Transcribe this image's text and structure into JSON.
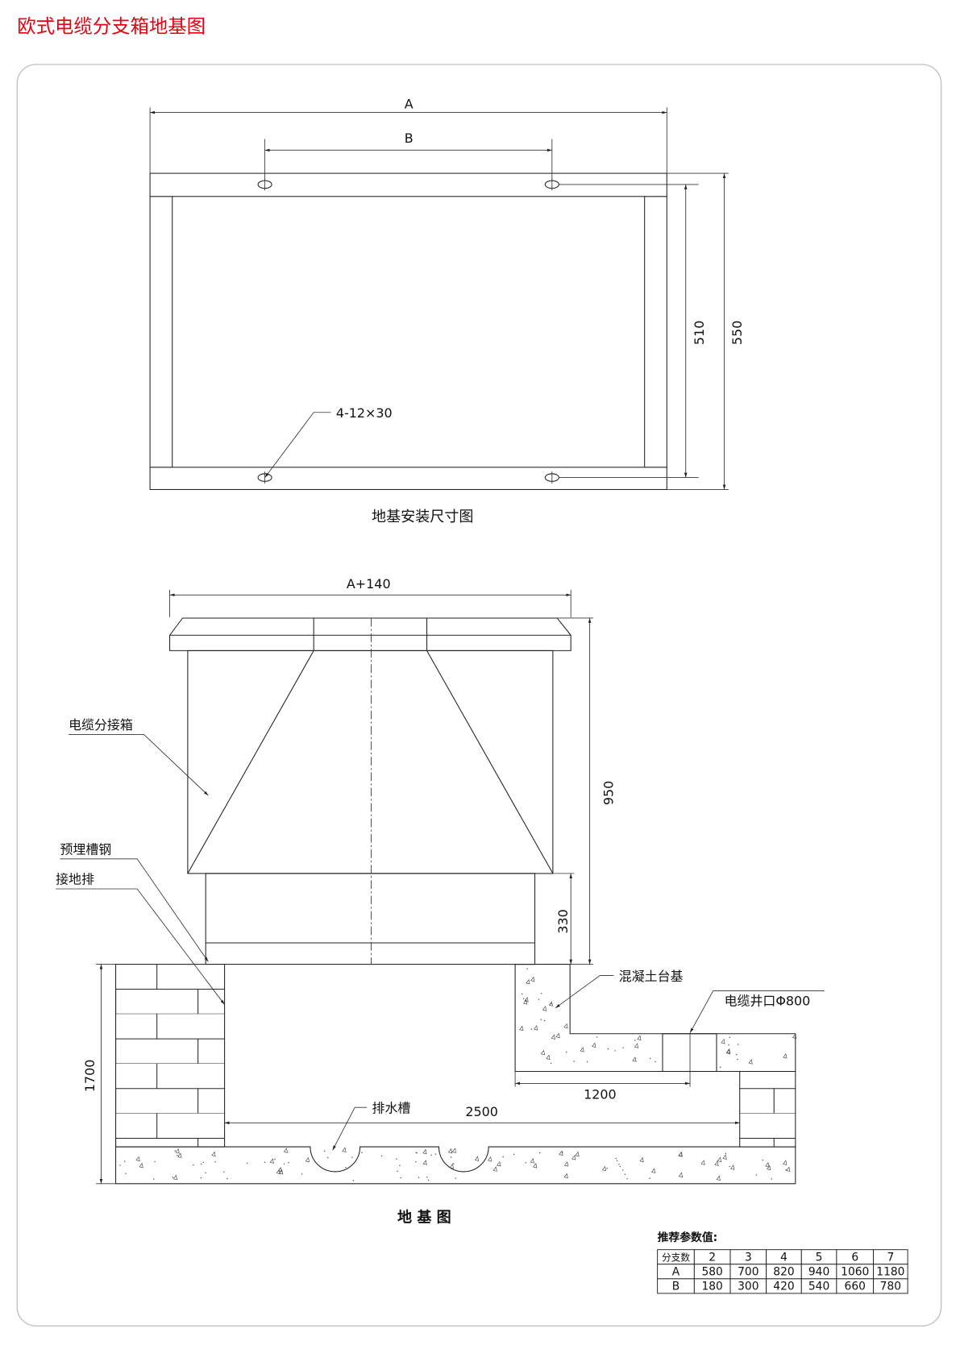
{
  "title": "欧式电缆分支箱地基图",
  "plan": {
    "dim_a": "A",
    "dim_b": "B",
    "dim_510": "510",
    "dim_550": "550",
    "hole_note": "4-12×30",
    "caption": "地基安装尺寸图"
  },
  "section": {
    "dim_top": "A+140",
    "dim_950": "950",
    "dim_330": "330",
    "dim_1700": "1700",
    "dim_2500": "2500",
    "dim_1200": "1200",
    "label_box": "电缆分接箱",
    "label_channel": "预埋槽钢",
    "label_ground": "接地排",
    "label_concrete": "混凝土台基",
    "label_well": "电缆井口Φ800",
    "label_drain": "排水槽",
    "caption": "地 基 图"
  },
  "table": {
    "title": "推荐参数值:",
    "header": [
      "分支数",
      "2",
      "3",
      "4",
      "5",
      "6",
      "7"
    ],
    "rows": [
      [
        "A",
        "580",
        "700",
        "820",
        "940",
        "1060",
        "1180"
      ],
      [
        "B",
        "180",
        "300",
        "420",
        "540",
        "660",
        "780"
      ]
    ]
  }
}
